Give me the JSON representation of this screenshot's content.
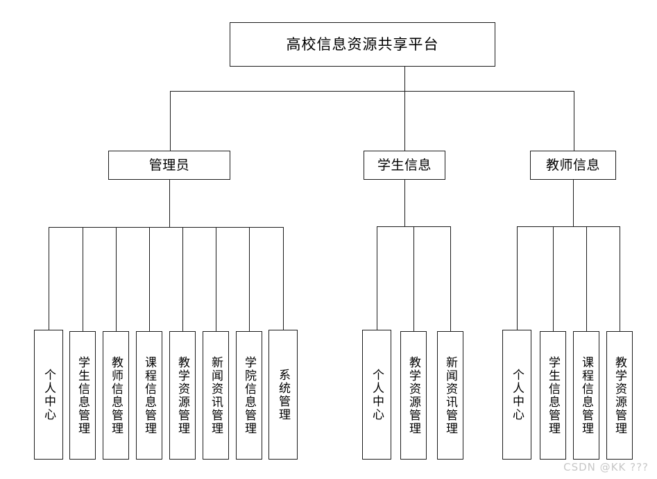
{
  "diagram": {
    "type": "tree",
    "orientation": "top-down",
    "root": {
      "label": "高校信息资源共享平台"
    },
    "branches": [
      {
        "label": "管理员",
        "leaves": [
          "个人中心",
          "学生信息管理",
          "教师信息管理",
          "课程信息管理",
          "教学资源管理",
          "新闻资讯管理",
          "学院信息管理",
          "系统管理"
        ]
      },
      {
        "label": "学生信息",
        "leaves": [
          "个人中心",
          "教学资源管理",
          "新闻资讯管理"
        ]
      },
      {
        "label": "教师信息",
        "leaves": [
          "个人中心",
          "学生信息管理",
          "课程信息管理",
          "教学资源管理"
        ]
      }
    ]
  },
  "watermark": {
    "text": "CSDN @KK ???"
  },
  "colors": {
    "line": "#1a1a1a",
    "box_fill": "#ffffff",
    "text": "#000000",
    "watermark": "#c7c7c7",
    "background": "#ffffff"
  }
}
